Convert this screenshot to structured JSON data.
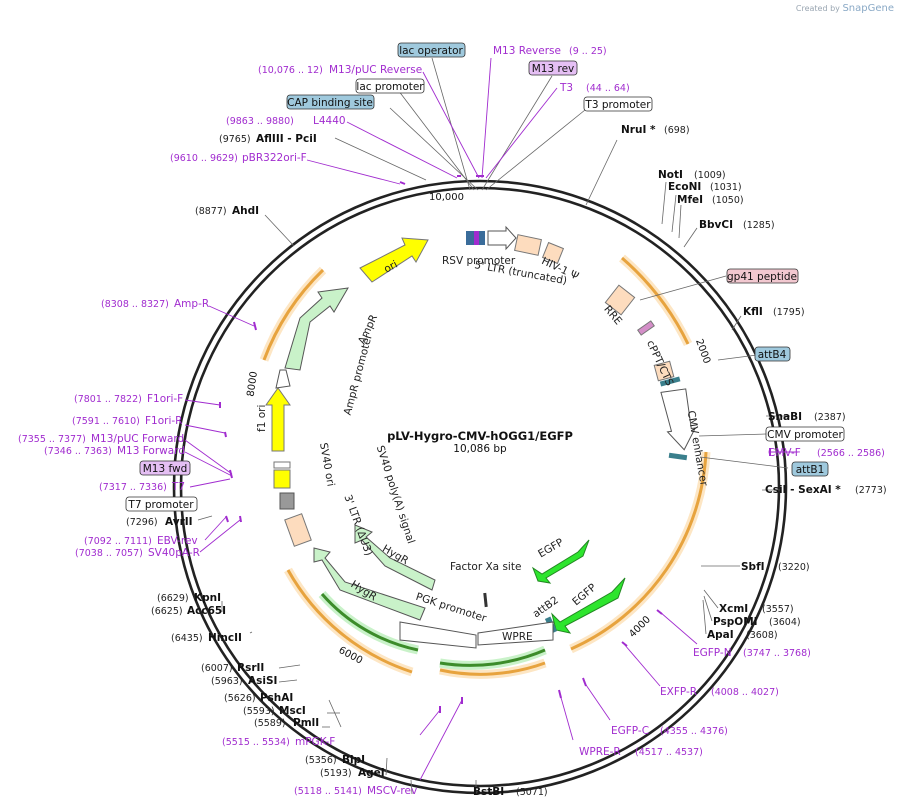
{
  "brand": {
    "created_by": "Created by",
    "app": "SnapGene"
  },
  "plasmid": {
    "name": "pLV-Hygro-CMV-hOGG1/EGFP",
    "size_label": "10,086 bp",
    "length": 10086
  },
  "ruler_ticks": [
    "2000",
    "4000",
    "6000",
    "8000",
    "10,000"
  ],
  "enzymes": [
    {
      "name": "NruI *",
      "pos": "(698)"
    },
    {
      "name": "NotI",
      "pos": "(1009)"
    },
    {
      "name": "EcoNI",
      "pos": "(1031)"
    },
    {
      "name": "MfeI",
      "pos": "(1050)"
    },
    {
      "name": "BbvCI",
      "pos": "(1285)"
    },
    {
      "name": "KflI",
      "pos": "(1795)"
    },
    {
      "name": "SnaBI",
      "pos": "(2387)"
    },
    {
      "name": "CsiI  - SexAI *",
      "pos": "(2773)"
    },
    {
      "name": "SbfI",
      "pos": "(3220)"
    },
    {
      "name": "XcmI",
      "pos": "(3557)"
    },
    {
      "name": "PspOMI",
      "pos": "(3604)"
    },
    {
      "name": "ApaI",
      "pos": "(3608)"
    },
    {
      "name": "BstBI",
      "pos": "(5071)"
    },
    {
      "name": "AgeI",
      "pos": "(5193)"
    },
    {
      "name": "BlpI",
      "pos": "(5356)"
    },
    {
      "name": "PmlI",
      "pos": "(5589)"
    },
    {
      "name": "MscI",
      "pos": "(5593)"
    },
    {
      "name": "PshAI",
      "pos": "(5626)"
    },
    {
      "name": "AsiSI",
      "pos": "(5963)"
    },
    {
      "name": "RsrII",
      "pos": "(6007)"
    },
    {
      "name": "HincII",
      "pos": "(6435)"
    },
    {
      "name": "Acc65I",
      "pos": "(6625)"
    },
    {
      "name": "KpnI",
      "pos": "(6629)"
    },
    {
      "name": "AvrII",
      "pos": "(7296)"
    },
    {
      "name": "AhdI",
      "pos": "(8877)"
    },
    {
      "name": "AflIII  - PciI",
      "pos": "(9765)"
    }
  ],
  "primers": [
    {
      "name": "M13 Reverse",
      "pos": "(9 .. 25)"
    },
    {
      "name": "T3",
      "pos": "(44 .. 64)"
    },
    {
      "name": "M13/pUC Reverse",
      "pos": "(10,076 .. 12)"
    },
    {
      "name": "L4440",
      "pos": "(9863 .. 9880)"
    },
    {
      "name": "pBR322ori-F",
      "pos": "(9610 .. 9629)"
    },
    {
      "name": "Amp-R",
      "pos": "(8308 .. 8327)"
    },
    {
      "name": "F1ori-F",
      "pos": "(7801 .. 7822)"
    },
    {
      "name": "F1ori-R",
      "pos": "(7591 .. 7610)"
    },
    {
      "name": "M13/pUC Forward",
      "pos": "(7355 .. 7377)"
    },
    {
      "name": "M13 Forward",
      "pos": "(7346 .. 7363)"
    },
    {
      "name": "T7",
      "pos": "(7317 .. 7336)"
    },
    {
      "name": "EBV-rev",
      "pos": "(7092 .. 7111)"
    },
    {
      "name": "SV40pA-R",
      "pos": "(7038 .. 7057)"
    },
    {
      "name": "CMV-F",
      "pos": "(2566 .. 2586)"
    },
    {
      "name": "EGFP-N",
      "pos": "(3747 .. 3768)"
    },
    {
      "name": "EXFP-R",
      "pos": "(4008 .. 4027)"
    },
    {
      "name": "EGFP-C",
      "pos": "(4355 .. 4376)"
    },
    {
      "name": "WPRE-R",
      "pos": "(4517 .. 4537)"
    },
    {
      "name": "mPGK-F",
      "pos": "(5515 .. 5534)"
    },
    {
      "name": "MSCV-rev",
      "pos": "(5118 .. 5141)"
    }
  ],
  "boxed_labels": [
    {
      "text": "lac operator",
      "kind": "blue"
    },
    {
      "text": "M13 rev",
      "kind": "purple"
    },
    {
      "text": "lac promoter",
      "kind": "white"
    },
    {
      "text": "T3 promoter",
      "kind": "white"
    },
    {
      "text": "CAP binding site",
      "kind": "blue"
    },
    {
      "text": "gp41 peptide",
      "kind": "pink"
    },
    {
      "text": "attB4",
      "kind": "blue"
    },
    {
      "text": "CMV promoter",
      "kind": "white"
    },
    {
      "text": "attB1",
      "kind": "blue"
    },
    {
      "text": "M13 fwd",
      "kind": "purple"
    },
    {
      "text": "T7 promoter",
      "kind": "white"
    }
  ],
  "features": [
    {
      "label": "RSV promoter"
    },
    {
      "label": "5' LTR (truncated)"
    },
    {
      "label": "HIV-1 Ψ"
    },
    {
      "label": "RRE"
    },
    {
      "label": "cPPT/CTS"
    },
    {
      "label": "CMV enhancer"
    },
    {
      "label": "EGFP"
    },
    {
      "label": "EGFP"
    },
    {
      "label": "attB2"
    },
    {
      "label": "WPRE"
    },
    {
      "label": "Factor Xa site"
    },
    {
      "label": "PGK promoter"
    },
    {
      "label": "HygR"
    },
    {
      "label": "HygR"
    },
    {
      "label": "3' LTR (ΔU3)"
    },
    {
      "label": "SV40 poly(A) signal"
    },
    {
      "label": "SV40 ori"
    },
    {
      "label": "f1 ori"
    },
    {
      "label": "AmpR promoter"
    },
    {
      "label": "AmpR"
    },
    {
      "label": "ori"
    }
  ],
  "colors": {
    "backbone": "#222222",
    "primer": "#a12ccf",
    "orf_arrow": "#e7a33e",
    "egfp": "#2ee52e",
    "hygr": "#c9f2c9",
    "ori": "#ffff00",
    "tan": "#fddcbe",
    "promoter_box_blue": "#9fc9dd",
    "primer_box_purple": "#e5bff4",
    "gp41_box_pink": "#f2c8d0"
  }
}
